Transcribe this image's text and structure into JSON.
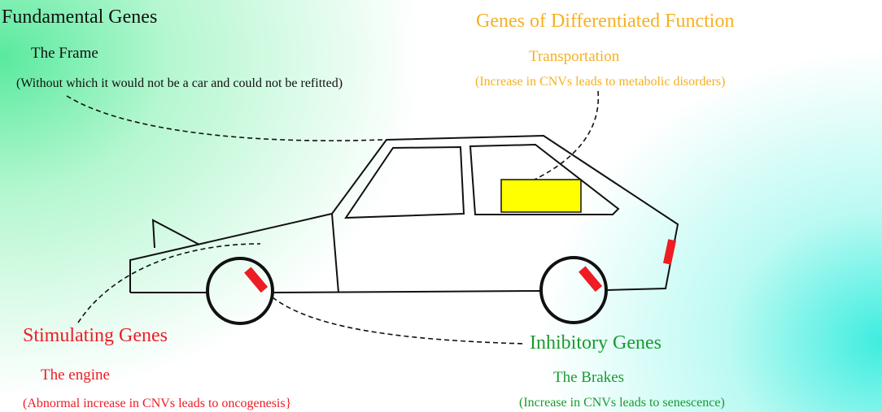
{
  "colors": {
    "fundamental": "#111111",
    "differentiated": "#f5b021",
    "stimulating": "#ee1c24",
    "inhibitory": "#1a9a2e",
    "engine_mark": "#ee1c24",
    "cargo_box": "#ffff00"
  },
  "fundamental": {
    "title": "Fundamental Genes",
    "part": "The Frame",
    "note": "(Without which it would not be a car and could not be refitted)"
  },
  "differentiated": {
    "title": "Genes of Differentiated Function",
    "part": "Transportation",
    "note": "(Increase in CNVs leads to metabolic disorders)"
  },
  "stimulating": {
    "title": "Stimulating Genes",
    "part": "The engine",
    "note": "(Abnormal increase in CNVs leads to oncogenesis}"
  },
  "inhibitory": {
    "title": "Inhibitory Genes",
    "part": "The Brakes",
    "note": "(Increase in CNVs leads to senescence)"
  }
}
